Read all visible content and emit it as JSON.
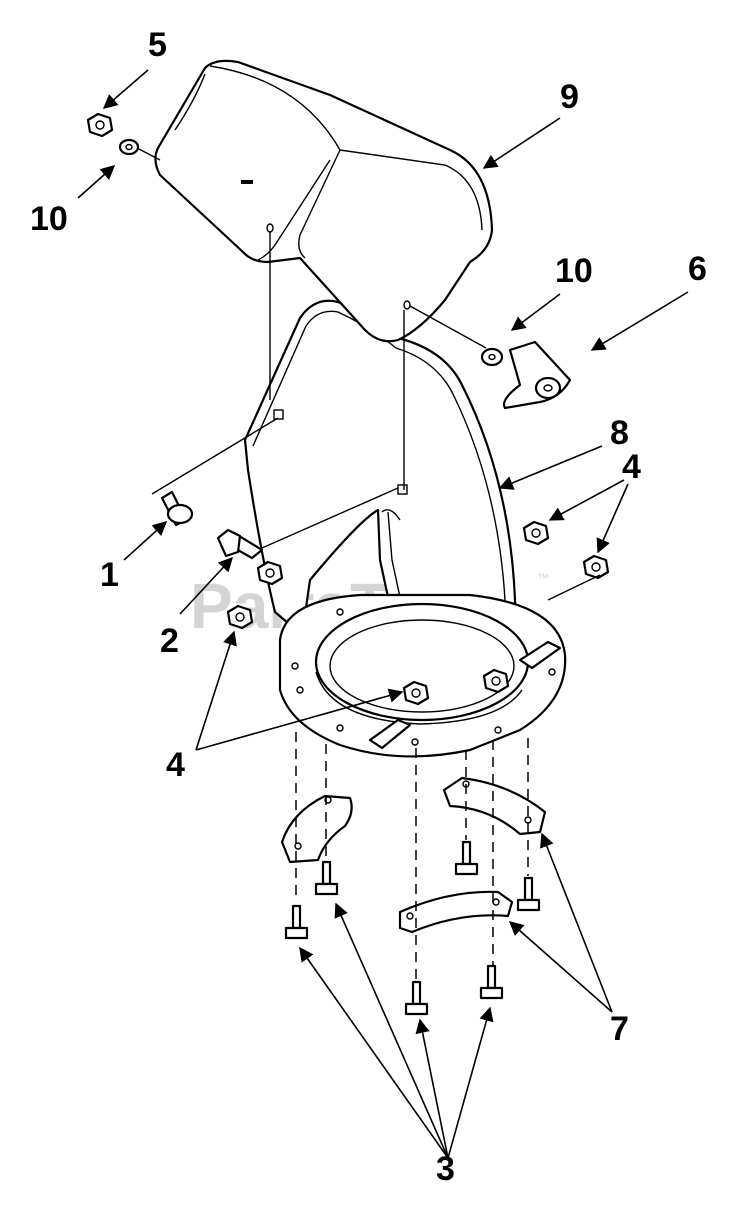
{
  "diagram": {
    "watermark": "PartsTree",
    "watermark_mark": "™",
    "callouts": [
      {
        "id": "c5",
        "label": "5"
      },
      {
        "id": "c9",
        "label": "9"
      },
      {
        "id": "c10a",
        "label": "10"
      },
      {
        "id": "c10b",
        "label": "10"
      },
      {
        "id": "c6",
        "label": "6"
      },
      {
        "id": "c8",
        "label": "8"
      },
      {
        "id": "c4a",
        "label": "4"
      },
      {
        "id": "c1",
        "label": "1"
      },
      {
        "id": "c2",
        "label": "2"
      },
      {
        "id": "c4b",
        "label": "4"
      },
      {
        "id": "c7",
        "label": "7"
      },
      {
        "id": "c3",
        "label": "3"
      }
    ]
  }
}
